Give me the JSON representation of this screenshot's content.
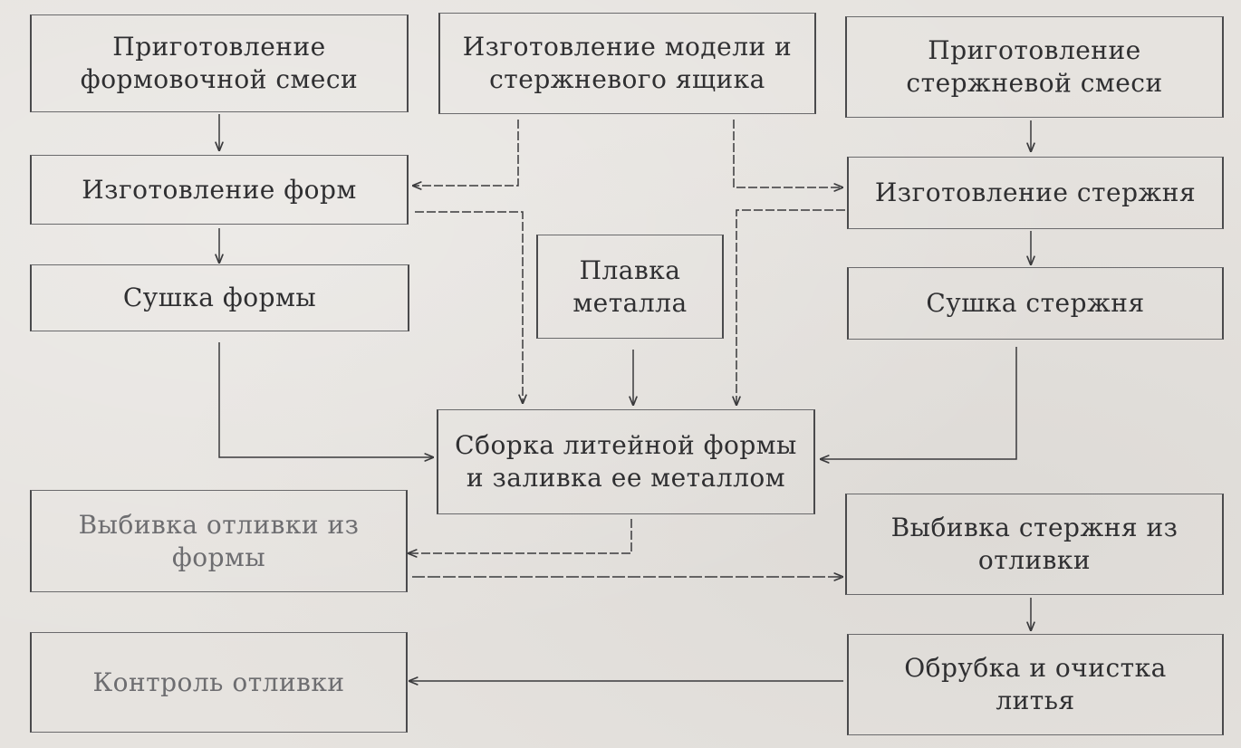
{
  "diagram": {
    "boxes": {
      "prep_molding_mix": "Приготовление\nформовочной смеси",
      "make_pattern": "Изготовление модели и\nстержневого ящика",
      "prep_core_mix": "Приготовление\nстержневой смеси",
      "make_molds": "Изготовление форм",
      "make_core": "Изготовление стержня",
      "melt_metal": "Плавка\nметалла",
      "dry_mold": "Сушка формы",
      "dry_core": "Сушка стержня",
      "assemble_pour": "Сборка литейной формы\nи заливка ее металлом",
      "knockout_casting": "Выбивка отливки из\nформы",
      "knockout_core": "Выбивка стержня из\nотливки",
      "cleaning": "Обрубка и очистка\nлитья",
      "inspection": "Контроль отливки"
    }
  }
}
